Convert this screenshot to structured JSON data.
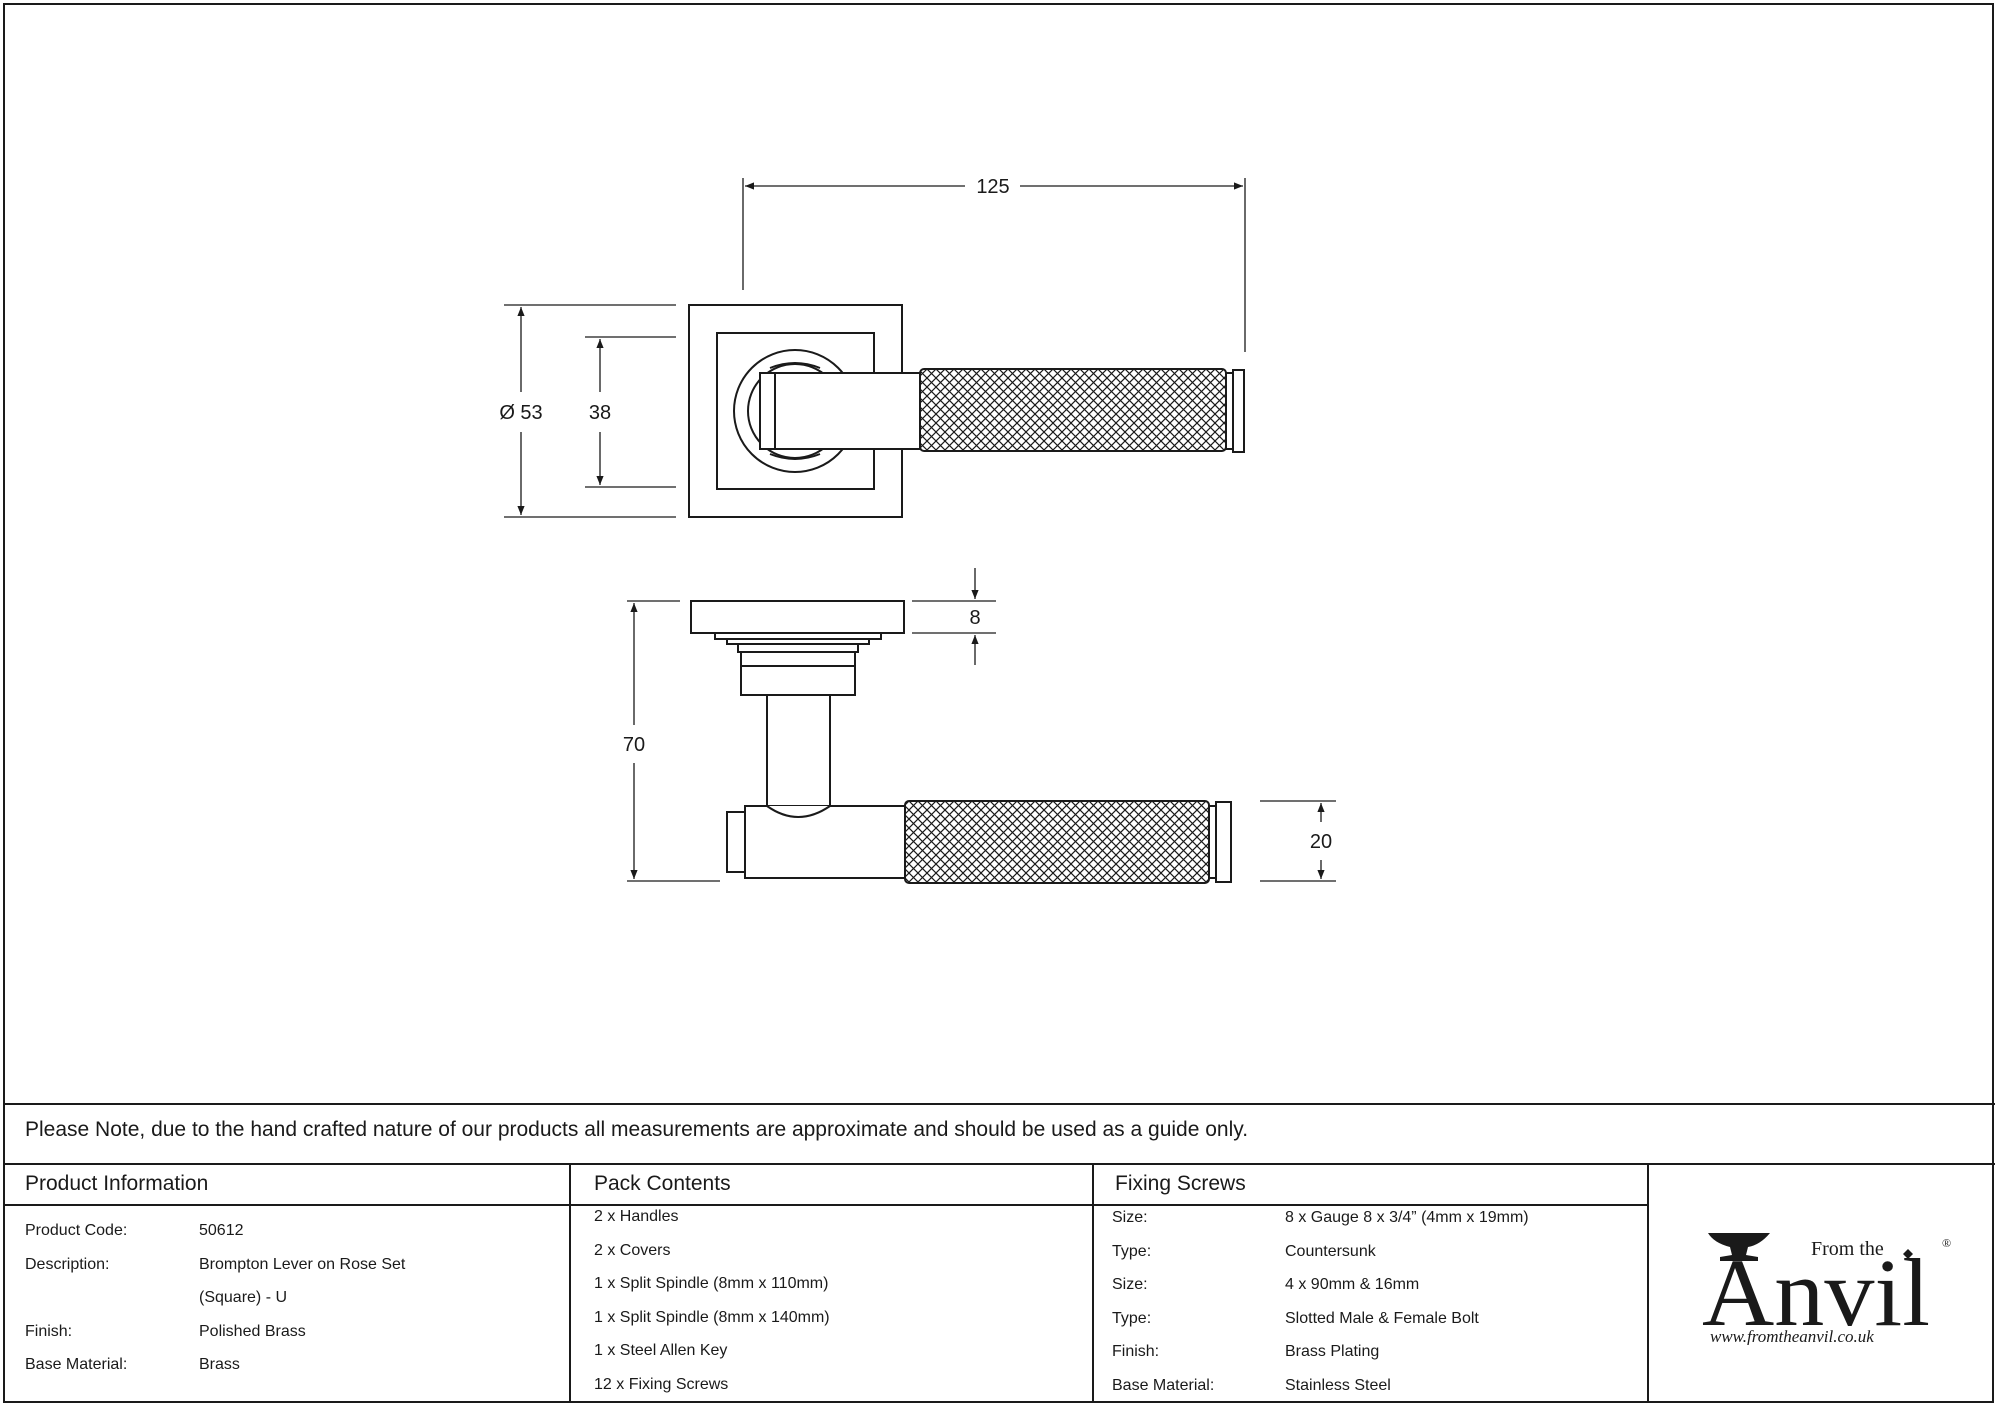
{
  "dimensions": {
    "overall_length": "125",
    "rose_diameter": "Ø 53",
    "inner_square": "38",
    "rose_thickness": "8",
    "projection": "70",
    "lever_diameter": "20"
  },
  "note": "Please Note, due to the hand crafted nature of our products all measurements are approximate and should be used as a guide only.",
  "product_info": {
    "header": "Product Information",
    "rows": [
      {
        "label": "Product Code:",
        "value": "50612"
      },
      {
        "label": "Description:",
        "value": "Brompton Lever on Rose Set"
      },
      {
        "label": "",
        "value": "(Square) - U"
      },
      {
        "label": "Finish:",
        "value": "Polished Brass"
      },
      {
        "label": "Base Material:",
        "value": "Brass"
      }
    ]
  },
  "pack_contents": {
    "header": "Pack Contents",
    "items": [
      "2 x Handles",
      "2 x Covers",
      "1 x Split Spindle (8mm x 110mm)",
      "1 x Split Spindle (8mm x 140mm)",
      "1 x Steel Allen Key",
      "12 x Fixing Screws"
    ]
  },
  "fixing_screws": {
    "header": "Fixing Screws",
    "rows": [
      {
        "label": "Size:",
        "value": "8 x Gauge 8 x 3/4” (4mm x 19mm)"
      },
      {
        "label": "Type:",
        "value": "Countersunk"
      },
      {
        "label": "Size:",
        "value": "4 x 90mm & 16mm"
      },
      {
        "label": "Type:",
        "value": "Slotted Male & Female Bolt"
      },
      {
        "label": "Finish:",
        "value": "Brass Plating"
      },
      {
        "label": "Base Material:",
        "value": "Stainless Steel"
      }
    ]
  },
  "logo": {
    "from_the": "From the",
    "brand": "Anvil",
    "registered": "®",
    "url": "www.fromtheanvil.co.uk"
  },
  "colors": {
    "line": "#1a1a1a",
    "background": "#ffffff"
  }
}
